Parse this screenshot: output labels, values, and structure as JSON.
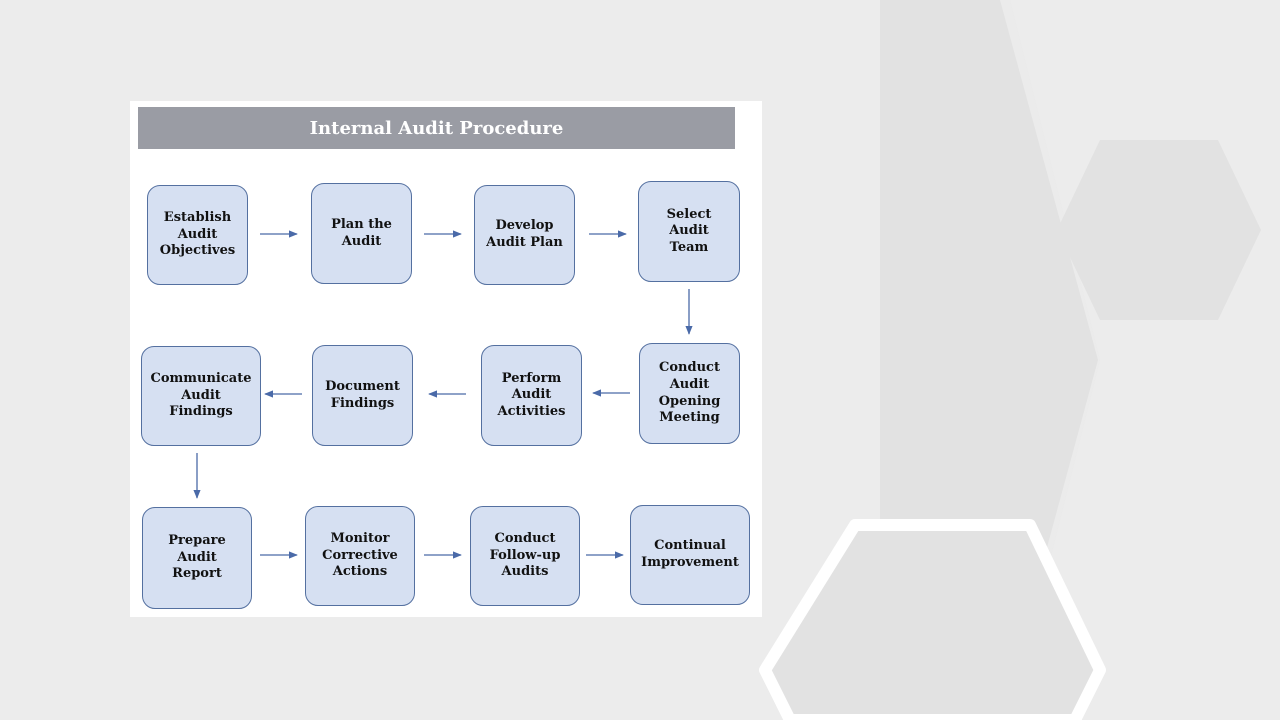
{
  "title": "Internal Audit Procedure",
  "colors": {
    "background": "#ececec",
    "decor_shape": "#e2e2e2",
    "decor_shape_outline": "#ffffff",
    "title_bar": "#9a9ca4",
    "box_fill": "#d6e0f2",
    "box_border": "#5470a0",
    "arrow": "#4a6aa8"
  },
  "steps": [
    {
      "id": "establish-audit-objectives",
      "label": "Establish\nAudit\nObjectives"
    },
    {
      "id": "plan-the-audit",
      "label": "Plan the\nAudit"
    },
    {
      "id": "develop-audit-plan",
      "label": "Develop\nAudit Plan"
    },
    {
      "id": "select-audit-team",
      "label": "Select\nAudit\nTeam"
    },
    {
      "id": "conduct-audit-opening-meeting",
      "label": "Conduct\nAudit\nOpening\nMeeting"
    },
    {
      "id": "perform-audit-activities",
      "label": "Perform\nAudit\nActivities"
    },
    {
      "id": "document-findings",
      "label": "Document\nFindings"
    },
    {
      "id": "communicate-audit-findings",
      "label": "Communicate\nAudit\nFindings"
    },
    {
      "id": "prepare-audit-report",
      "label": "Prepare\nAudit\nReport"
    },
    {
      "id": "monitor-corrective-actions",
      "label": "Monitor\nCorrective\nActions"
    },
    {
      "id": "conduct-follow-up-audits",
      "label": "Conduct\nFollow-up\nAudits"
    },
    {
      "id": "continual-improvement",
      "label": "Continual\nImprovement"
    }
  ]
}
